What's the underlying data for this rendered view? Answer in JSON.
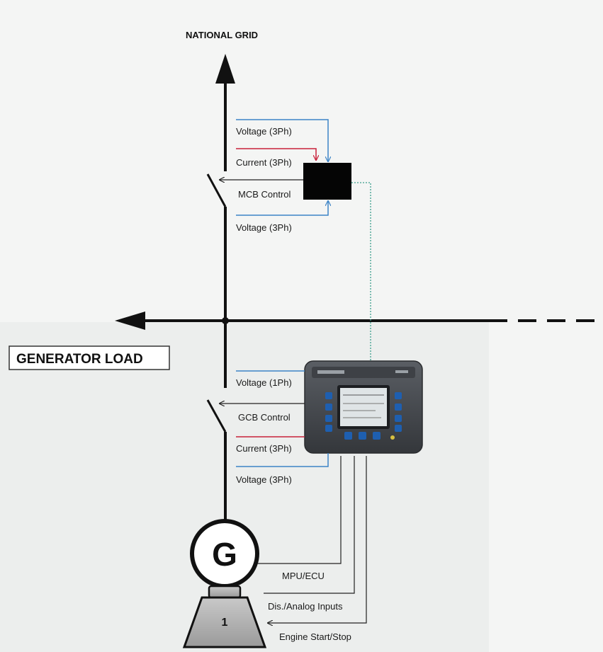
{
  "diagram": {
    "top_label": "NATIONAL GRID",
    "load_label": "GENERATOR LOAD",
    "generator_symbol": "G",
    "engine_number": "1",
    "mains_signals": {
      "voltage_top": "Voltage (3Ph)",
      "current": "Current (3Ph)",
      "mcb_control": "MCB Control",
      "voltage_bottom": "Voltage (3Ph)"
    },
    "generator_signals": {
      "voltage_1ph": "Voltage (1Ph)",
      "gcb_control": "GCB Control",
      "current": "Current (3Ph)",
      "voltage_3ph": "Voltage (3Ph)"
    },
    "engine_signals": {
      "mpu_ecu": "MPU/ECU",
      "dis_analog": "Dis./Analog Inputs",
      "engine_start_stop": "Engine Start/Stop"
    },
    "colors": {
      "voltage": "#3d84c6",
      "current": "#c8203a",
      "comm_link": "#3a9e8c",
      "line": "#111111",
      "controller_body": "#4a4d52",
      "controller_button": "#1e5fb0"
    }
  }
}
